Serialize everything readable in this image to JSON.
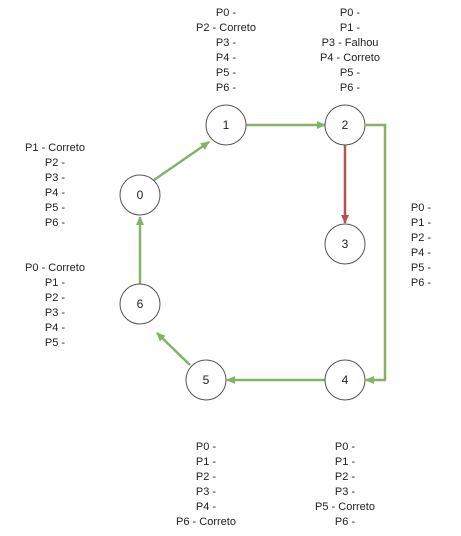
{
  "colors": {
    "edge_ok": "#82b366",
    "edge_fail": "#b85450",
    "node_stroke": "#555555"
  },
  "nodes": [
    {
      "id": "0",
      "label": "0"
    },
    {
      "id": "1",
      "label": "1"
    },
    {
      "id": "2",
      "label": "2"
    },
    {
      "id": "3",
      "label": "3"
    },
    {
      "id": "4",
      "label": "4"
    },
    {
      "id": "5",
      "label": "5"
    },
    {
      "id": "6",
      "label": "6"
    }
  ],
  "status_blocks": [
    {
      "id": "node-0",
      "lines": [
        "P1 - Correto",
        "P2 -",
        "P3 -",
        "P4 -",
        "P5 -",
        "P6 -"
      ]
    },
    {
      "id": "node-1",
      "lines": [
        "P0 -",
        "P2 -  Correto",
        "P3 -",
        "P4 -",
        "P5 -",
        "P6 -"
      ]
    },
    {
      "id": "node-2",
      "lines": [
        "P0 -",
        "P1 -",
        "P3 - Falhou",
        "P4 - Correto",
        "P5 -",
        "P6 -"
      ]
    },
    {
      "id": "node-3",
      "lines": [
        "P0 -",
        "P1 -",
        "P2 -",
        "P4 -",
        "P5 -",
        "P6 -"
      ]
    },
    {
      "id": "node-4",
      "lines": [
        "P0 -",
        "P1 -",
        "P2 -",
        "P3 -",
        "P5 - Correto",
        "P6 -"
      ]
    },
    {
      "id": "node-5",
      "lines": [
        "P0 -",
        "P1 -",
        "P2 -",
        "P3 -",
        "P4 -",
        "P6 - Correto"
      ]
    },
    {
      "id": "node-6",
      "lines": [
        "P0 - Correto",
        "P1 -",
        "P2 -",
        "P3 -",
        "P4 -",
        "P5 -"
      ]
    }
  ]
}
